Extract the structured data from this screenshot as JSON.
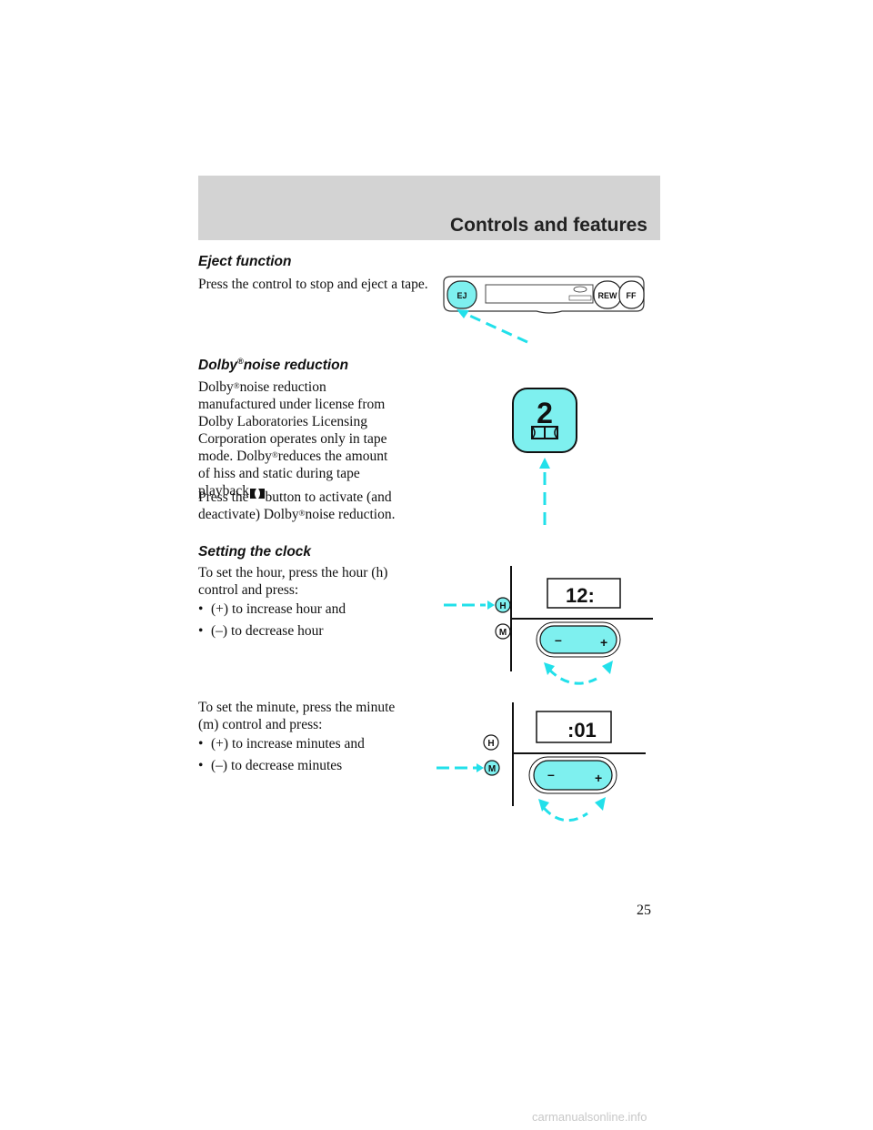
{
  "header": {
    "title": "Controls and features"
  },
  "eject": {
    "heading": "Eject function",
    "text": "Press the control to stop and eject a tape.",
    "figure": {
      "ej_label": "EJ",
      "rew_label": "REW",
      "ff_label": "FF"
    }
  },
  "dolby": {
    "heading_prefix": "Dolby",
    "heading_suffix": "noise reduction",
    "para_l1": "noise reduction",
    "para_l2": "manufactured under license from",
    "para_l3": "Dolby Laboratories Licensing",
    "para_l4": "Corporation operates only in tape",
    "para_l5_a": "mode. Dolby",
    "para_l5_b": "reduces the amount",
    "para_l6": "of hiss and static during tape",
    "para_l7": "playback.",
    "press_a": "Press the",
    "press_b": "button to activate (and",
    "press_c": "deactivate) Dolby",
    "press_d": "noise reduction.",
    "reg": "®",
    "button_number": "2"
  },
  "clock": {
    "heading": "Setting the clock",
    "hour_intro_l1": "To set the hour, press the hour (h)",
    "hour_intro_l2": "control and press:",
    "hour_bullets": [
      "(+) to increase hour and",
      "(–) to decrease hour"
    ],
    "minute_intro_l1": "To set the minute, press the minute",
    "minute_intro_l2": "(m) control and press:",
    "minute_bullets": [
      "(+) to increase minutes and",
      "(–) to decrease minutes"
    ],
    "hour_display": "12:",
    "minute_display": ":01",
    "h_label": "H",
    "m_label": "M",
    "minus": "–",
    "plus": "+"
  },
  "page_number": "25",
  "footer_url": "carmanualsonline.info",
  "colors": {
    "accent_cyan": "#22e0ea",
    "button_fill": "#7ef0ef",
    "header_band": "#d3d3d3"
  }
}
